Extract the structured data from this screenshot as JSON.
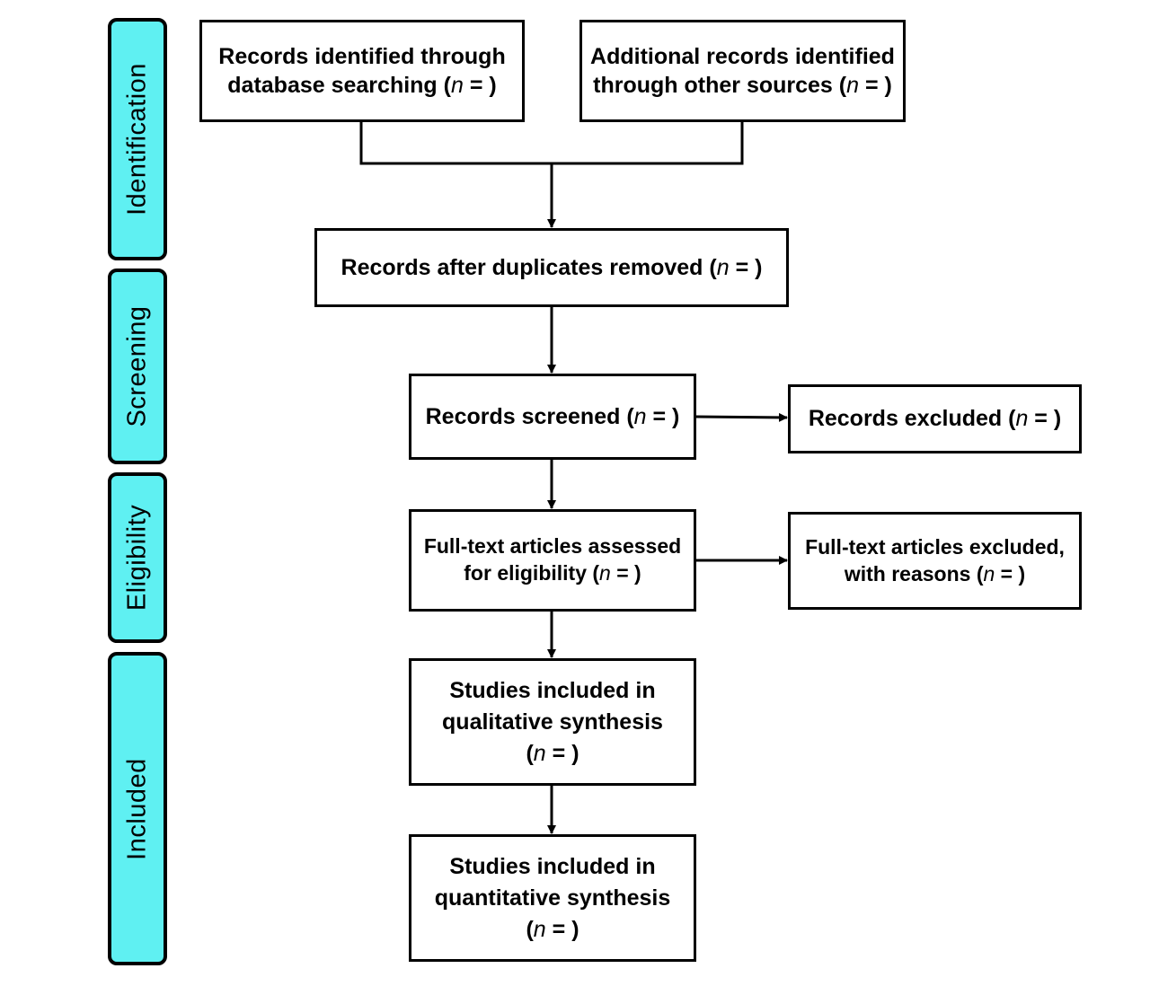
{
  "stages": [
    {
      "id": "identification",
      "label": "Identification"
    },
    {
      "id": "screening",
      "label": "Screening"
    },
    {
      "id": "eligibility",
      "label": "Eligibility"
    },
    {
      "id": "included",
      "label": "Included"
    }
  ],
  "boxes": {
    "database": {
      "line1": "Records identified through",
      "line2": "database searching (",
      "n": "n",
      "close": " = )"
    },
    "other": {
      "line1": "Additional records identified",
      "line2": "through other sources (",
      "n": "n",
      "close": " = )"
    },
    "duplicates": {
      "line1": "Records after duplicates removed (",
      "n": "n",
      "close": " = )"
    },
    "screened": {
      "line1": "Records screened (",
      "n": "n",
      "close": " = )"
    },
    "excluded": {
      "line1": "Records excluded (",
      "n": "n",
      "close": " = )"
    },
    "fulltext": {
      "line1": "Full-text articles assessed",
      "line2": "for eligibility (",
      "n": "n",
      "close": " = )"
    },
    "fulltext_excluded": {
      "line1": "Full-text articles excluded,",
      "line2": "with reasons (",
      "n": "n",
      "close": " = )"
    },
    "qualitative": {
      "line1": "Studies included in",
      "line2": "qualitative synthesis",
      "line3_open": "(",
      "n": "n",
      "close": " = )"
    },
    "quantitative": {
      "line1": "Studies included in",
      "line2": "quantitative synthesis",
      "line3_open": "(",
      "n": "n",
      "close": " = )"
    }
  }
}
